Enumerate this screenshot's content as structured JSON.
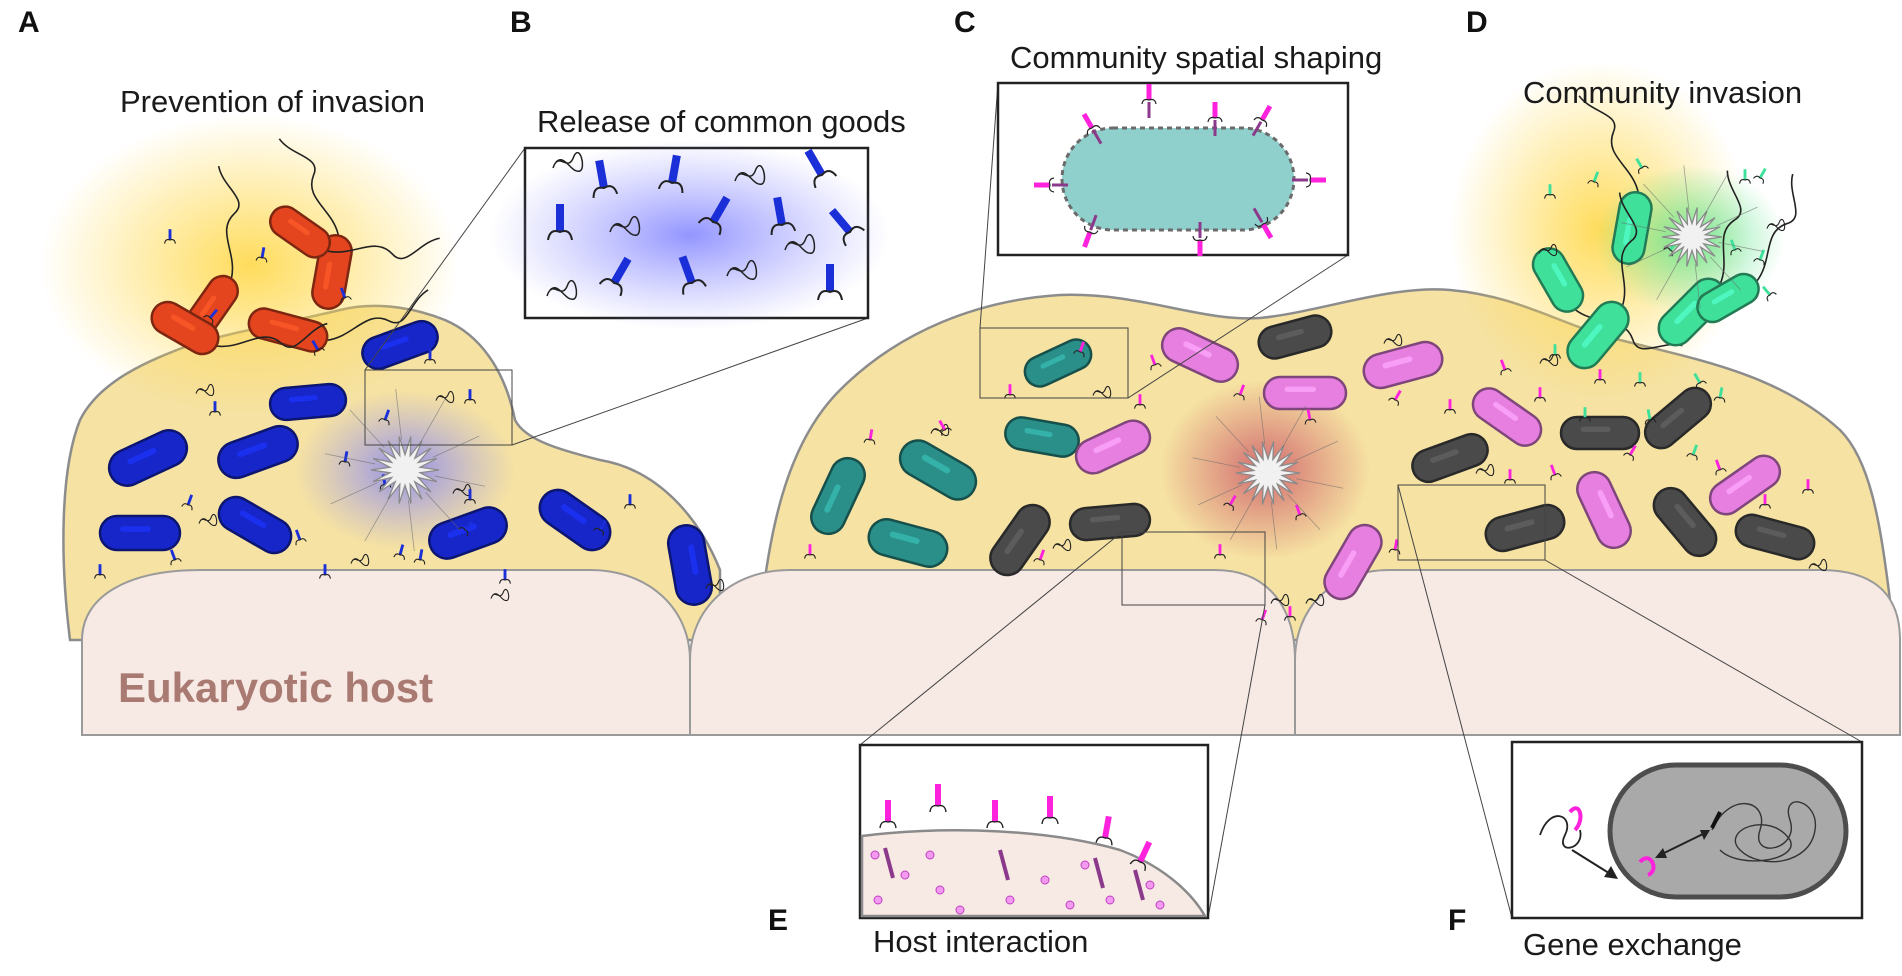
{
  "panels": [
    {
      "letter": "A",
      "title": "Prevention of invasion"
    },
    {
      "letter": "B",
      "title": "Release of common goods"
    },
    {
      "letter": "C",
      "title": "Community spatial shaping"
    },
    {
      "letter": "D",
      "title": "Community invasion"
    },
    {
      "letter": "E",
      "title": "Host interaction"
    },
    {
      "letter": "F",
      "title": "Gene exchange"
    }
  ],
  "host": {
    "label": "Eukaryotic host"
  },
  "colors": {
    "biofilm": "#f6e2a2",
    "host": "#f7e9e4",
    "host_label": "#a97a72",
    "invader_red": "#e4451f",
    "resident_blue": "#1626c9",
    "teal": "#2a8f88",
    "pink": "#e77fe0",
    "dark": "#4a4a4a",
    "green": "#3fe09a",
    "magenta": "#ff22dd",
    "secretion_blue": "#1a2fd8"
  },
  "icons": [
    "bacterium-icon",
    "adhesin-icon",
    "dna-icon",
    "lysis-burst-icon",
    "flagellum-icon"
  ]
}
